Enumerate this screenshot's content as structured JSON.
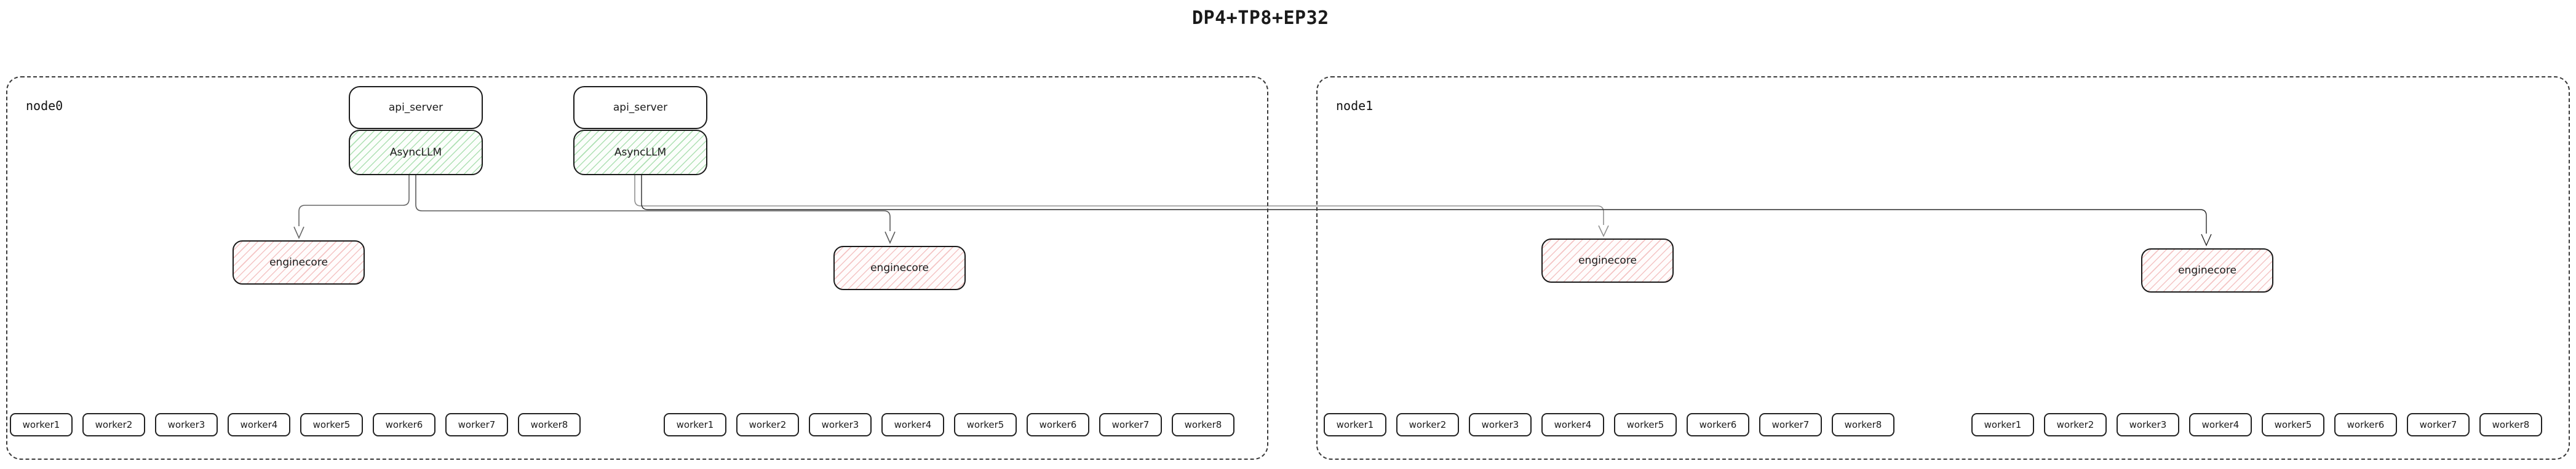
{
  "title": "DP4+TP8+EP32",
  "nodes": [
    {
      "label": "node0",
      "stacks": [
        {
          "api": "api_server",
          "llm": "AsyncLLM"
        },
        {
          "api": "api_server",
          "llm": "AsyncLLM"
        }
      ],
      "enginecores": [
        "enginecore",
        "enginecore"
      ],
      "worker_groups": [
        [
          "worker1",
          "worker2",
          "worker3",
          "worker4",
          "worker5",
          "worker6",
          "worker7",
          "worker8"
        ],
        [
          "worker1",
          "worker2",
          "worker3",
          "worker4",
          "worker5",
          "worker6",
          "worker7",
          "worker8"
        ]
      ]
    },
    {
      "label": "node1",
      "stacks": [],
      "enginecores": [
        "enginecore",
        "enginecore"
      ],
      "worker_groups": [
        [
          "worker1",
          "worker2",
          "worker3",
          "worker4",
          "worker5",
          "worker6",
          "worker7",
          "worker8"
        ],
        [
          "worker1",
          "worker2",
          "worker3",
          "worker4",
          "worker5",
          "worker6",
          "worker7",
          "worker8"
        ]
      ]
    }
  ],
  "colors": {
    "async_llm_hatch": "#6ec878",
    "enginecore_hatch": "#eb9696",
    "box_border": "#1a1a1a",
    "node_border": "#3a3a3a",
    "connector_gray": "#666666",
    "connector_light": "#999999",
    "connector_dark": "#2a2a2a"
  }
}
